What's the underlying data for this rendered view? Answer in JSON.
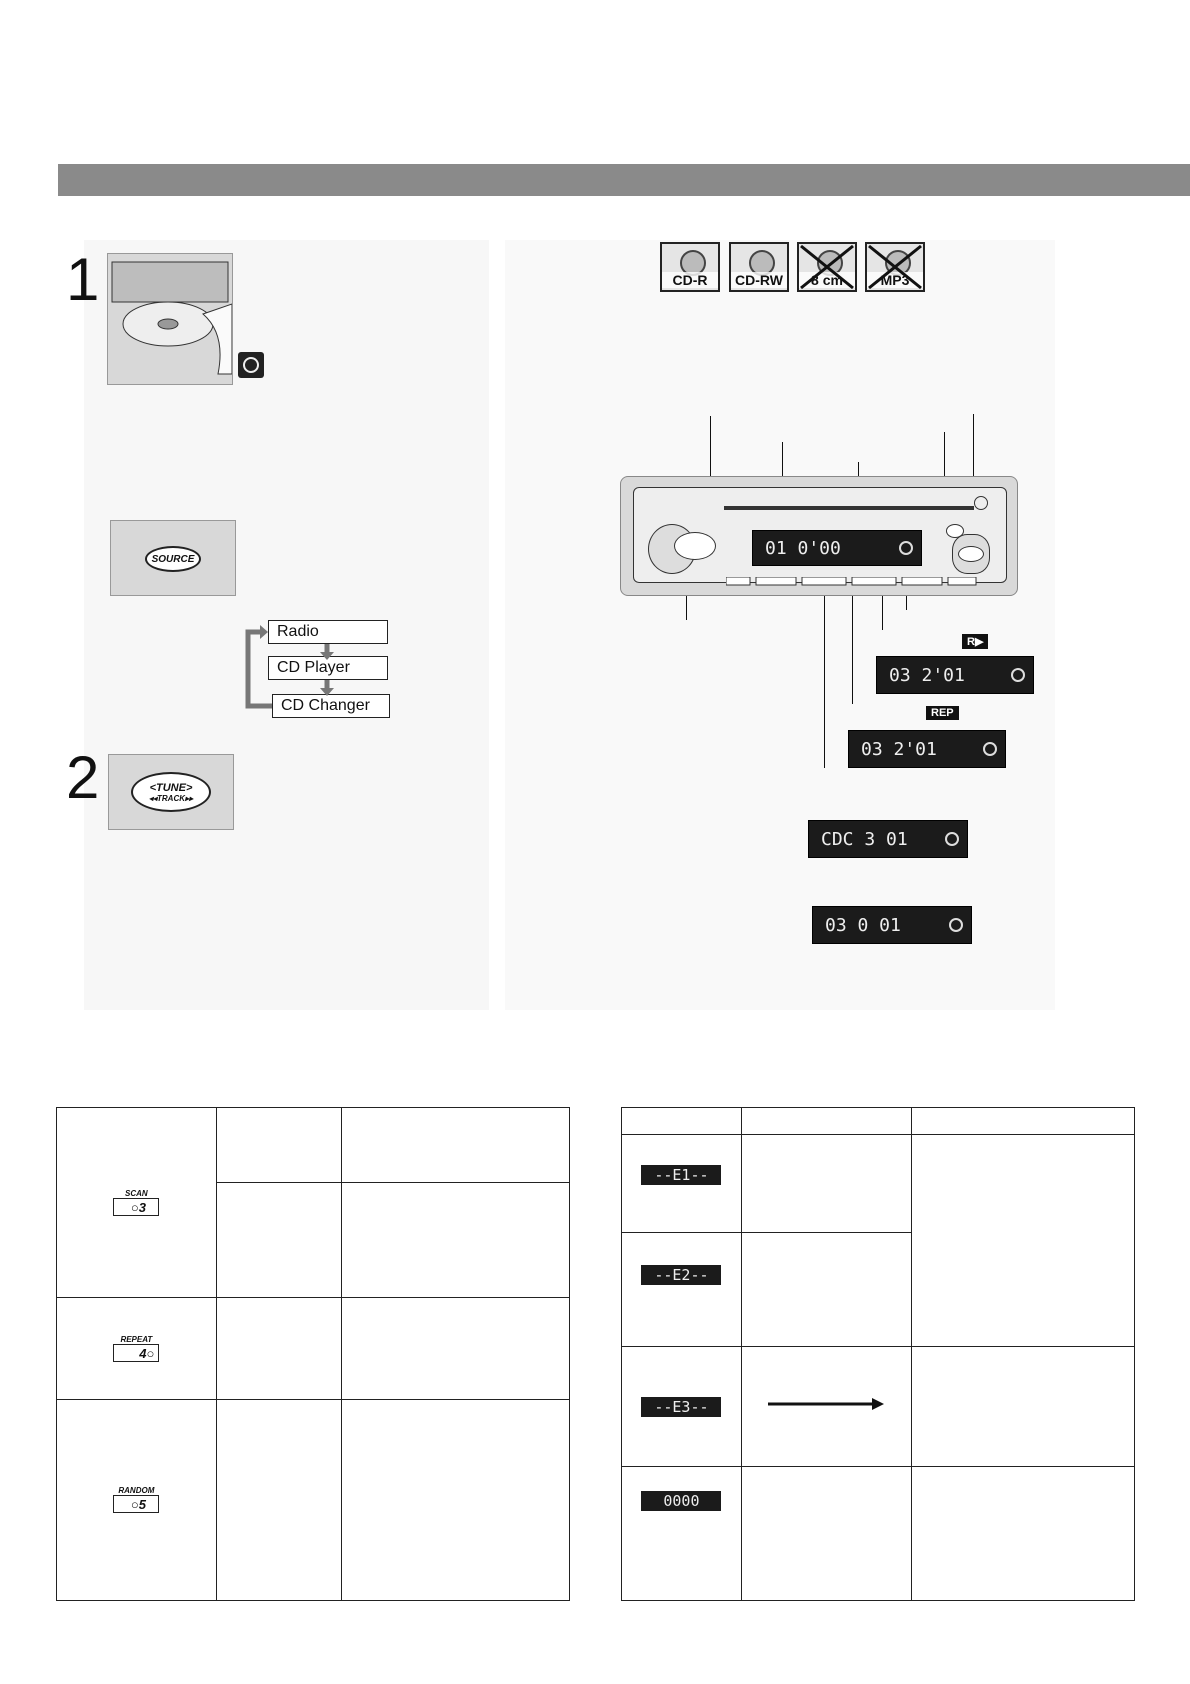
{
  "step1": {
    "number": "1"
  },
  "step2": {
    "number": "2"
  },
  "buttons": {
    "source": "SOURCE",
    "tune": "<TUNE>",
    "track": "◂◂TRACK▸▸"
  },
  "source_flow": [
    "Radio",
    "CD Player",
    "CD Changer"
  ],
  "disc_types": [
    {
      "label": "CD-R",
      "crossed": false
    },
    {
      "label": "CD-RW",
      "crossed": false
    },
    {
      "label": "8 cm",
      "crossed": true
    },
    {
      "label": "MP3",
      "crossed": true
    }
  ],
  "front_panel": {
    "display": "01  0'00"
  },
  "displays": {
    "random": {
      "tag": "R▶",
      "text": "03  2'01"
    },
    "repeat": {
      "tag": "REP",
      "text": "03  2'01"
    },
    "cdc": {
      "text": "CDC 3 01"
    },
    "scan": {
      "text": "03 0 01"
    }
  },
  "keys": {
    "scan": {
      "label": "SCAN",
      "number": "3"
    },
    "repeat": {
      "label": "REPEAT",
      "number": "4"
    },
    "random": {
      "label": "RANDOM",
      "number": "5"
    }
  },
  "errors": [
    "--E1--",
    "--E2--",
    "--E3--",
    "0000"
  ],
  "colors": {
    "header_bar": "#8a8a8a",
    "lcd_bg": "#1b1b1b"
  }
}
